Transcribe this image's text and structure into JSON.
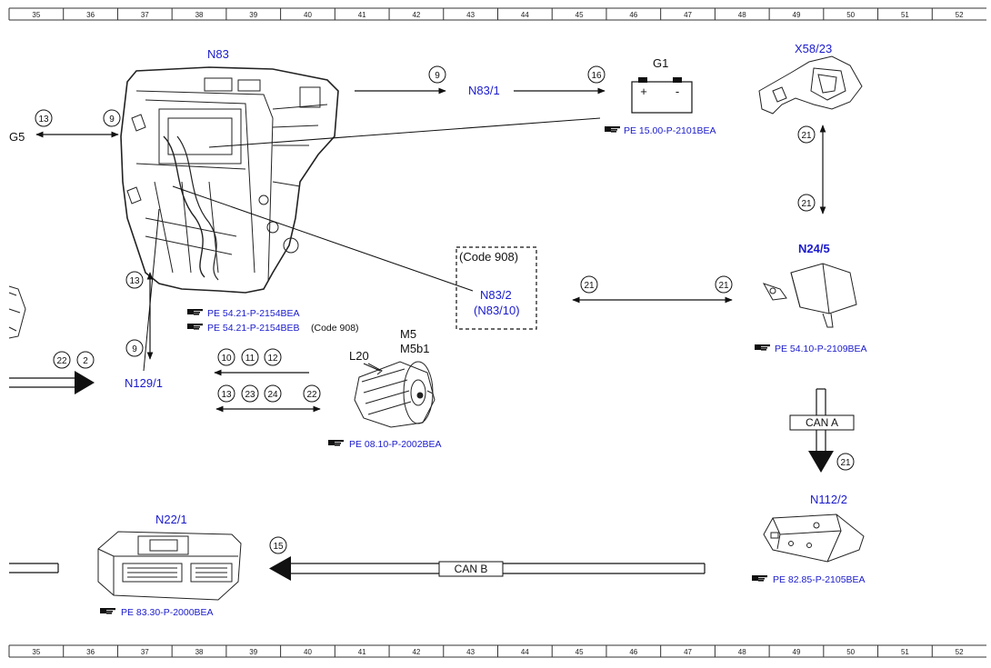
{
  "ruler": {
    "numbers": [
      "35",
      "36",
      "37",
      "38",
      "39",
      "40",
      "41",
      "42",
      "43",
      "44",
      "45",
      "46",
      "47",
      "48",
      "49",
      "50",
      "51",
      "52"
    ]
  },
  "labels": {
    "n83": "N83",
    "n83_1": "N83/1",
    "g1": "G1",
    "battery_plus": "+",
    "battery_minus": "-",
    "x58_23": "X58/23",
    "n24_5": "N24/5",
    "code908_title": "(Code 908)",
    "n83_2": "N83/2",
    "n83_10": "(N83/10)",
    "m5": "M5",
    "m5b1": "M5b1",
    "l20": "L20",
    "n129_1": "N129/1",
    "n112_2": "N112/2",
    "n22_1": "N22/1",
    "g5_partial": "G5",
    "can_a": "CAN A",
    "can_b": "CAN B"
  },
  "references": {
    "pe_15": "PE 15.00-P-2101BEA",
    "pe_54_21_bea": "PE 54.21-P-2154BEA",
    "pe_54_21_beb": "PE 54.21-P-2154BEB",
    "pe_54_21_beb_note": "(Code 908)",
    "pe_54_10": "PE 54.10-P-2109BEA",
    "pe_08_10": "PE 08.10-P-2002BEA",
    "pe_82_85": "PE 82.85-P-2105BEA",
    "pe_83_30": "PE 83.30-P-2000BEA"
  },
  "bubbles": {
    "b13_left": "13",
    "b9_left": "9",
    "b9_top": "9",
    "b16": "16",
    "b21_x58_top": "21",
    "b21_x58_bottom": "21",
    "b21_mid_left": "21",
    "b21_mid_right": "21",
    "b13_n129": "13",
    "b9_n129": "9",
    "b22_left": "22",
    "b2_left": "2",
    "b10": "10",
    "b11": "11",
    "b12": "12",
    "b13_row2": "13",
    "b23": "23",
    "b24": "24",
    "b22_row2": "22",
    "b21_can_a": "21",
    "b15": "15"
  },
  "icons": {
    "reference": "pointing-hand-icon"
  },
  "colors": {
    "component_label": "#1a1acc",
    "line": "#111111"
  }
}
